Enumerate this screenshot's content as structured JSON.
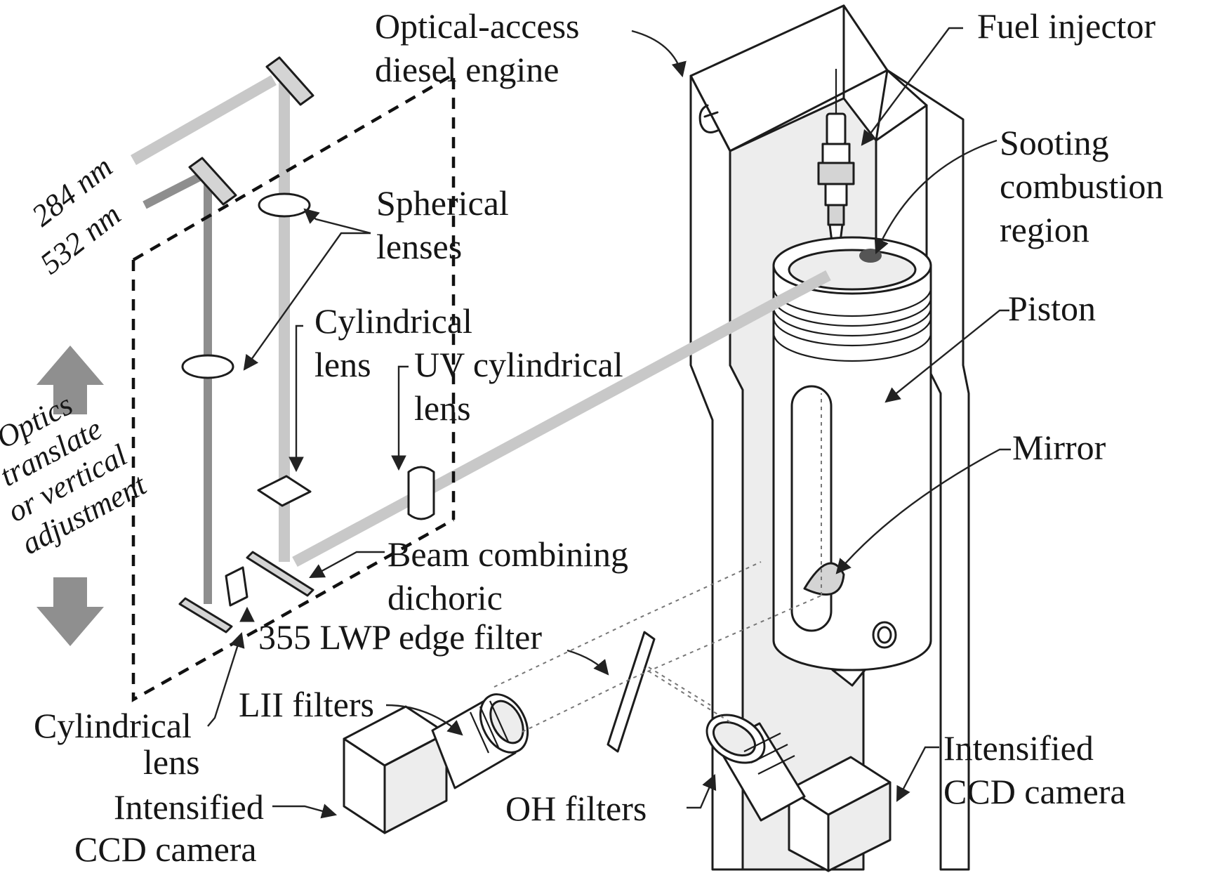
{
  "labels": {
    "engine": [
      "Optical-access",
      "diesel engine"
    ],
    "injector": "Fuel injector",
    "sooting": [
      "Sooting",
      "combustion",
      "region"
    ],
    "piston": "Piston",
    "mirror": "Mirror",
    "spherical": [
      "Spherical",
      "lenses"
    ],
    "cylindrical_top": [
      "Cylindrical",
      "lens"
    ],
    "uv_cylindrical": [
      "UV cylindrical",
      "lens"
    ],
    "beam_combining": [
      "Beam combining",
      "dichoric"
    ],
    "edge_filter": "355 LWP edge filter",
    "cylindrical_bottom": [
      "Cylindrical",
      "lens"
    ],
    "lii_filters": "LII filters",
    "oh_filters": "OH filters",
    "camera_left": [
      "Intensified",
      "CCD camera"
    ],
    "camera_right": [
      "Intensified",
      "CCD camera"
    ],
    "wavelength_284": "284 nm",
    "wavelength_532": "532 nm",
    "optics_note": [
      "Optics",
      "translate",
      "or vertical",
      "adjustment"
    ]
  }
}
